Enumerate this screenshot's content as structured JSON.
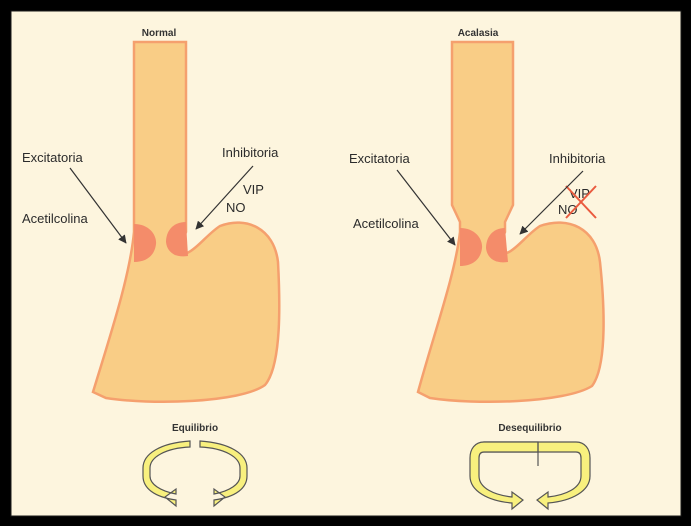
{
  "panels": {
    "normal": {
      "title": "Normal",
      "excitatory": "Excitatoria",
      "acetylcholine": "Acetilcolina",
      "inhibitory": "Inhibitoria",
      "vip": "VIP",
      "no": "NO",
      "balance": "Equilibrio"
    },
    "achalasia": {
      "title": "Acalasia",
      "excitatory": "Excitatoria",
      "acetylcholine": "Acetilcolina",
      "inhibitory": "Inhibitoria",
      "vip": "VIP",
      "no": "NO",
      "balance": "Desequilibrio"
    }
  },
  "colors": {
    "background": "#fdf5de",
    "organ_fill": "#f9cd86",
    "organ_edge": "#f5a06e",
    "sphincter": "#f48c6a",
    "cross_mark": "#ea5a3e",
    "cycle_arrow": "#f8f07e"
  }
}
